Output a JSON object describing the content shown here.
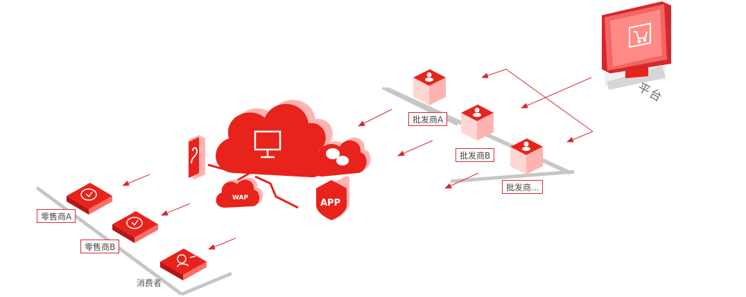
{
  "platform": {
    "label": "平台"
  },
  "wholesalers": [
    {
      "label": "批发商A"
    },
    {
      "label": "批发商B"
    },
    {
      "label": "批发商..."
    }
  ],
  "retailers": [
    {
      "label": "零售商A"
    },
    {
      "label": "零售商B"
    }
  ],
  "consumer": {
    "label": "消费者"
  },
  "app_badge": {
    "label": "APP"
  },
  "web_badge": {
    "label": "WAP"
  },
  "colors": {
    "primary": "#e8231c",
    "light": "#ffb3b0",
    "pale": "#ffe0df",
    "gray": "#c8c8c8"
  }
}
